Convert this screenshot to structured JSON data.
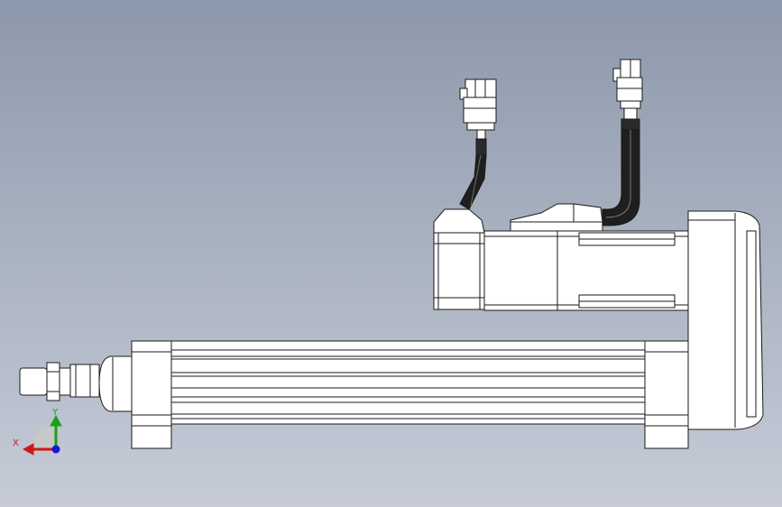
{
  "triad": {
    "x_label": "X",
    "y_label": "Y",
    "x_color": "#d01818",
    "y_color": "#18a018",
    "z_color": "#1818d0"
  },
  "model": {
    "parts": [
      "electric-cylinder-body",
      "piston-rod",
      "rod-end-nut",
      "front-flange",
      "rear-coupling-housing",
      "servo-motor",
      "motor-encoder-cable",
      "motor-power-cable",
      "connector-plug"
    ]
  }
}
